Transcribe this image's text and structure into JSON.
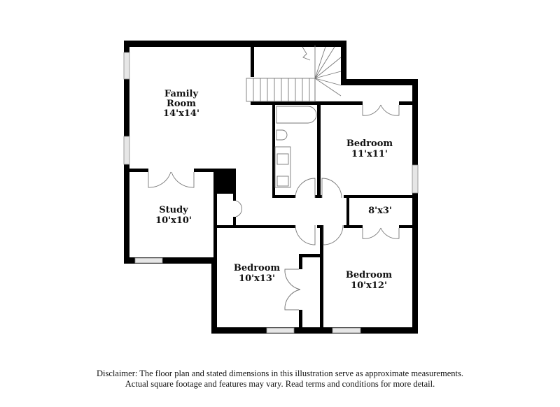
{
  "rooms": {
    "family_room": {
      "name_line1": "Family",
      "name_line2": "Room",
      "size": "14'x14'"
    },
    "bedroom_upper_right": {
      "name": "Bedroom",
      "size": "11'x11'"
    },
    "study": {
      "name": "Study",
      "size": "10'x10'"
    },
    "closet": {
      "size": "8'x3'"
    },
    "bedroom_lower_left": {
      "name": "Bedroom",
      "size": "10'x13'"
    },
    "bedroom_lower_right": {
      "name": "Bedroom",
      "size": "10'x12'"
    }
  },
  "disclaimer": {
    "line1": "Disclaimer: The floor plan and stated dimensions in this illustration serve as approximate measurements.",
    "line2": "Actual square footage and features may vary. Read terms and conditions for more detail."
  }
}
